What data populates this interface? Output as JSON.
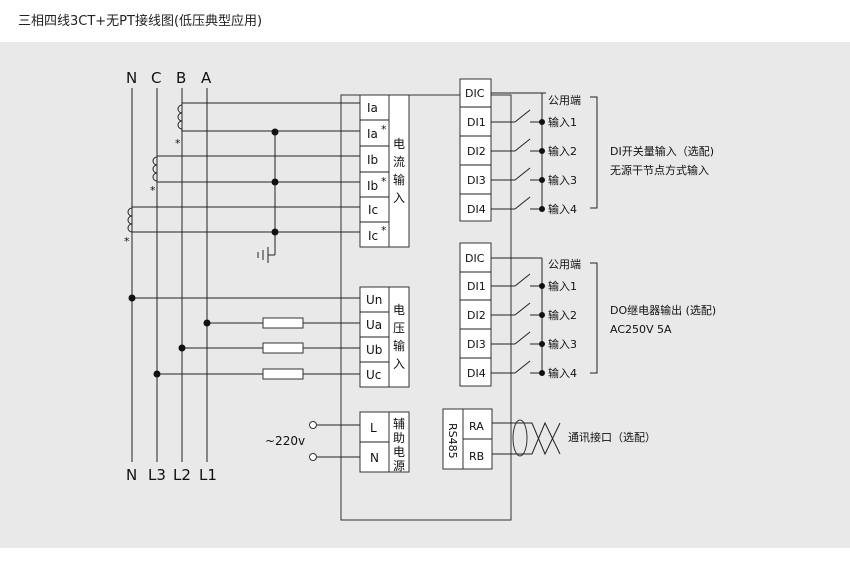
{
  "title": "三相四线3CT+无PT接线图(低压典型应用)",
  "lines_top": [
    "N",
    "C",
    "B",
    "A"
  ],
  "lines_bottom": [
    "N",
    "L3",
    "L2",
    "L1"
  ],
  "current_terminals": [
    "Ia",
    "Ia",
    "Ib",
    "Ib",
    "Ic",
    "Ic"
  ],
  "current_label": [
    "电",
    "流",
    "输",
    "入"
  ],
  "voltage_terminals": [
    "Un",
    "Ua",
    "Ub",
    "Uc"
  ],
  "voltage_label": [
    "电",
    "压",
    "输",
    "入"
  ],
  "aux_terminals": [
    "L",
    "N"
  ],
  "aux_label": [
    "辅",
    "助",
    "电",
    "源"
  ],
  "supply_label": "~220v",
  "star": "*",
  "di_block": {
    "terminals": [
      "DIC",
      "DI1",
      "DI2",
      "DI3",
      "DI4"
    ],
    "labels": [
      "公用端",
      "输入1",
      "输入2",
      "输入3",
      "输入4"
    ],
    "desc": [
      "DI开关量输入（选配)",
      "无源干节点方式输入"
    ]
  },
  "do_block": {
    "terminals": [
      "DIC",
      "DI1",
      "DI2",
      "DI3",
      "DI4"
    ],
    "labels": [
      "公用端",
      "输入1",
      "输入2",
      "输入3",
      "输入4"
    ],
    "desc": [
      "DO继电器输出 (选配)",
      "AC250V  5A"
    ]
  },
  "rs485": {
    "label": "RS485",
    "terminals": [
      "RA",
      "RB"
    ],
    "desc": "通讯接口（选配）"
  }
}
